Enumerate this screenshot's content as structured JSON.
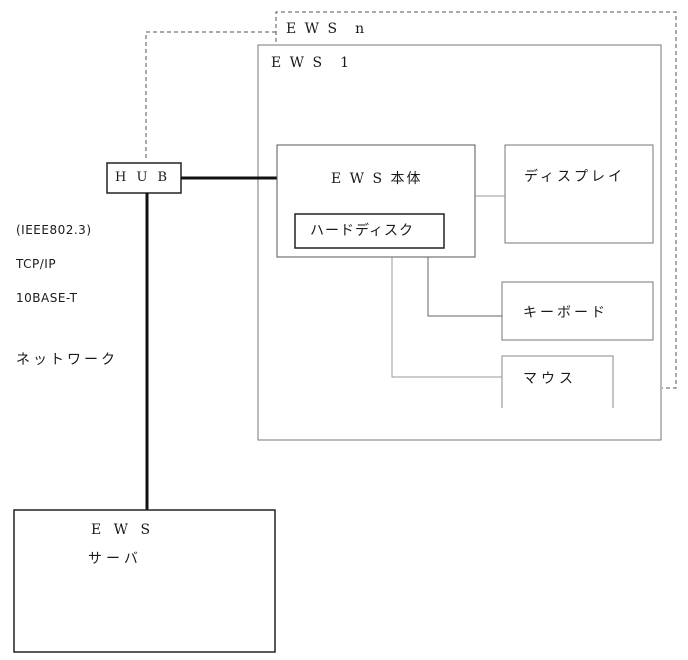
{
  "ews_n": "E W S　n",
  "ews_1": "E W S　1",
  "hub": "H U B",
  "ews_main": "E W S 本体",
  "hard_disk": "ハードディスク",
  "display": "ディスプレイ",
  "keyboard": "キーボード",
  "mouse": "マウス",
  "network": {
    "standard": "(IEEE802.3)",
    "protocol": "TCP/IP",
    "media": "10BASE-T",
    "label": "ネットワーク"
  },
  "server": {
    "title": "E W S",
    "subtitle": "サーバ"
  }
}
